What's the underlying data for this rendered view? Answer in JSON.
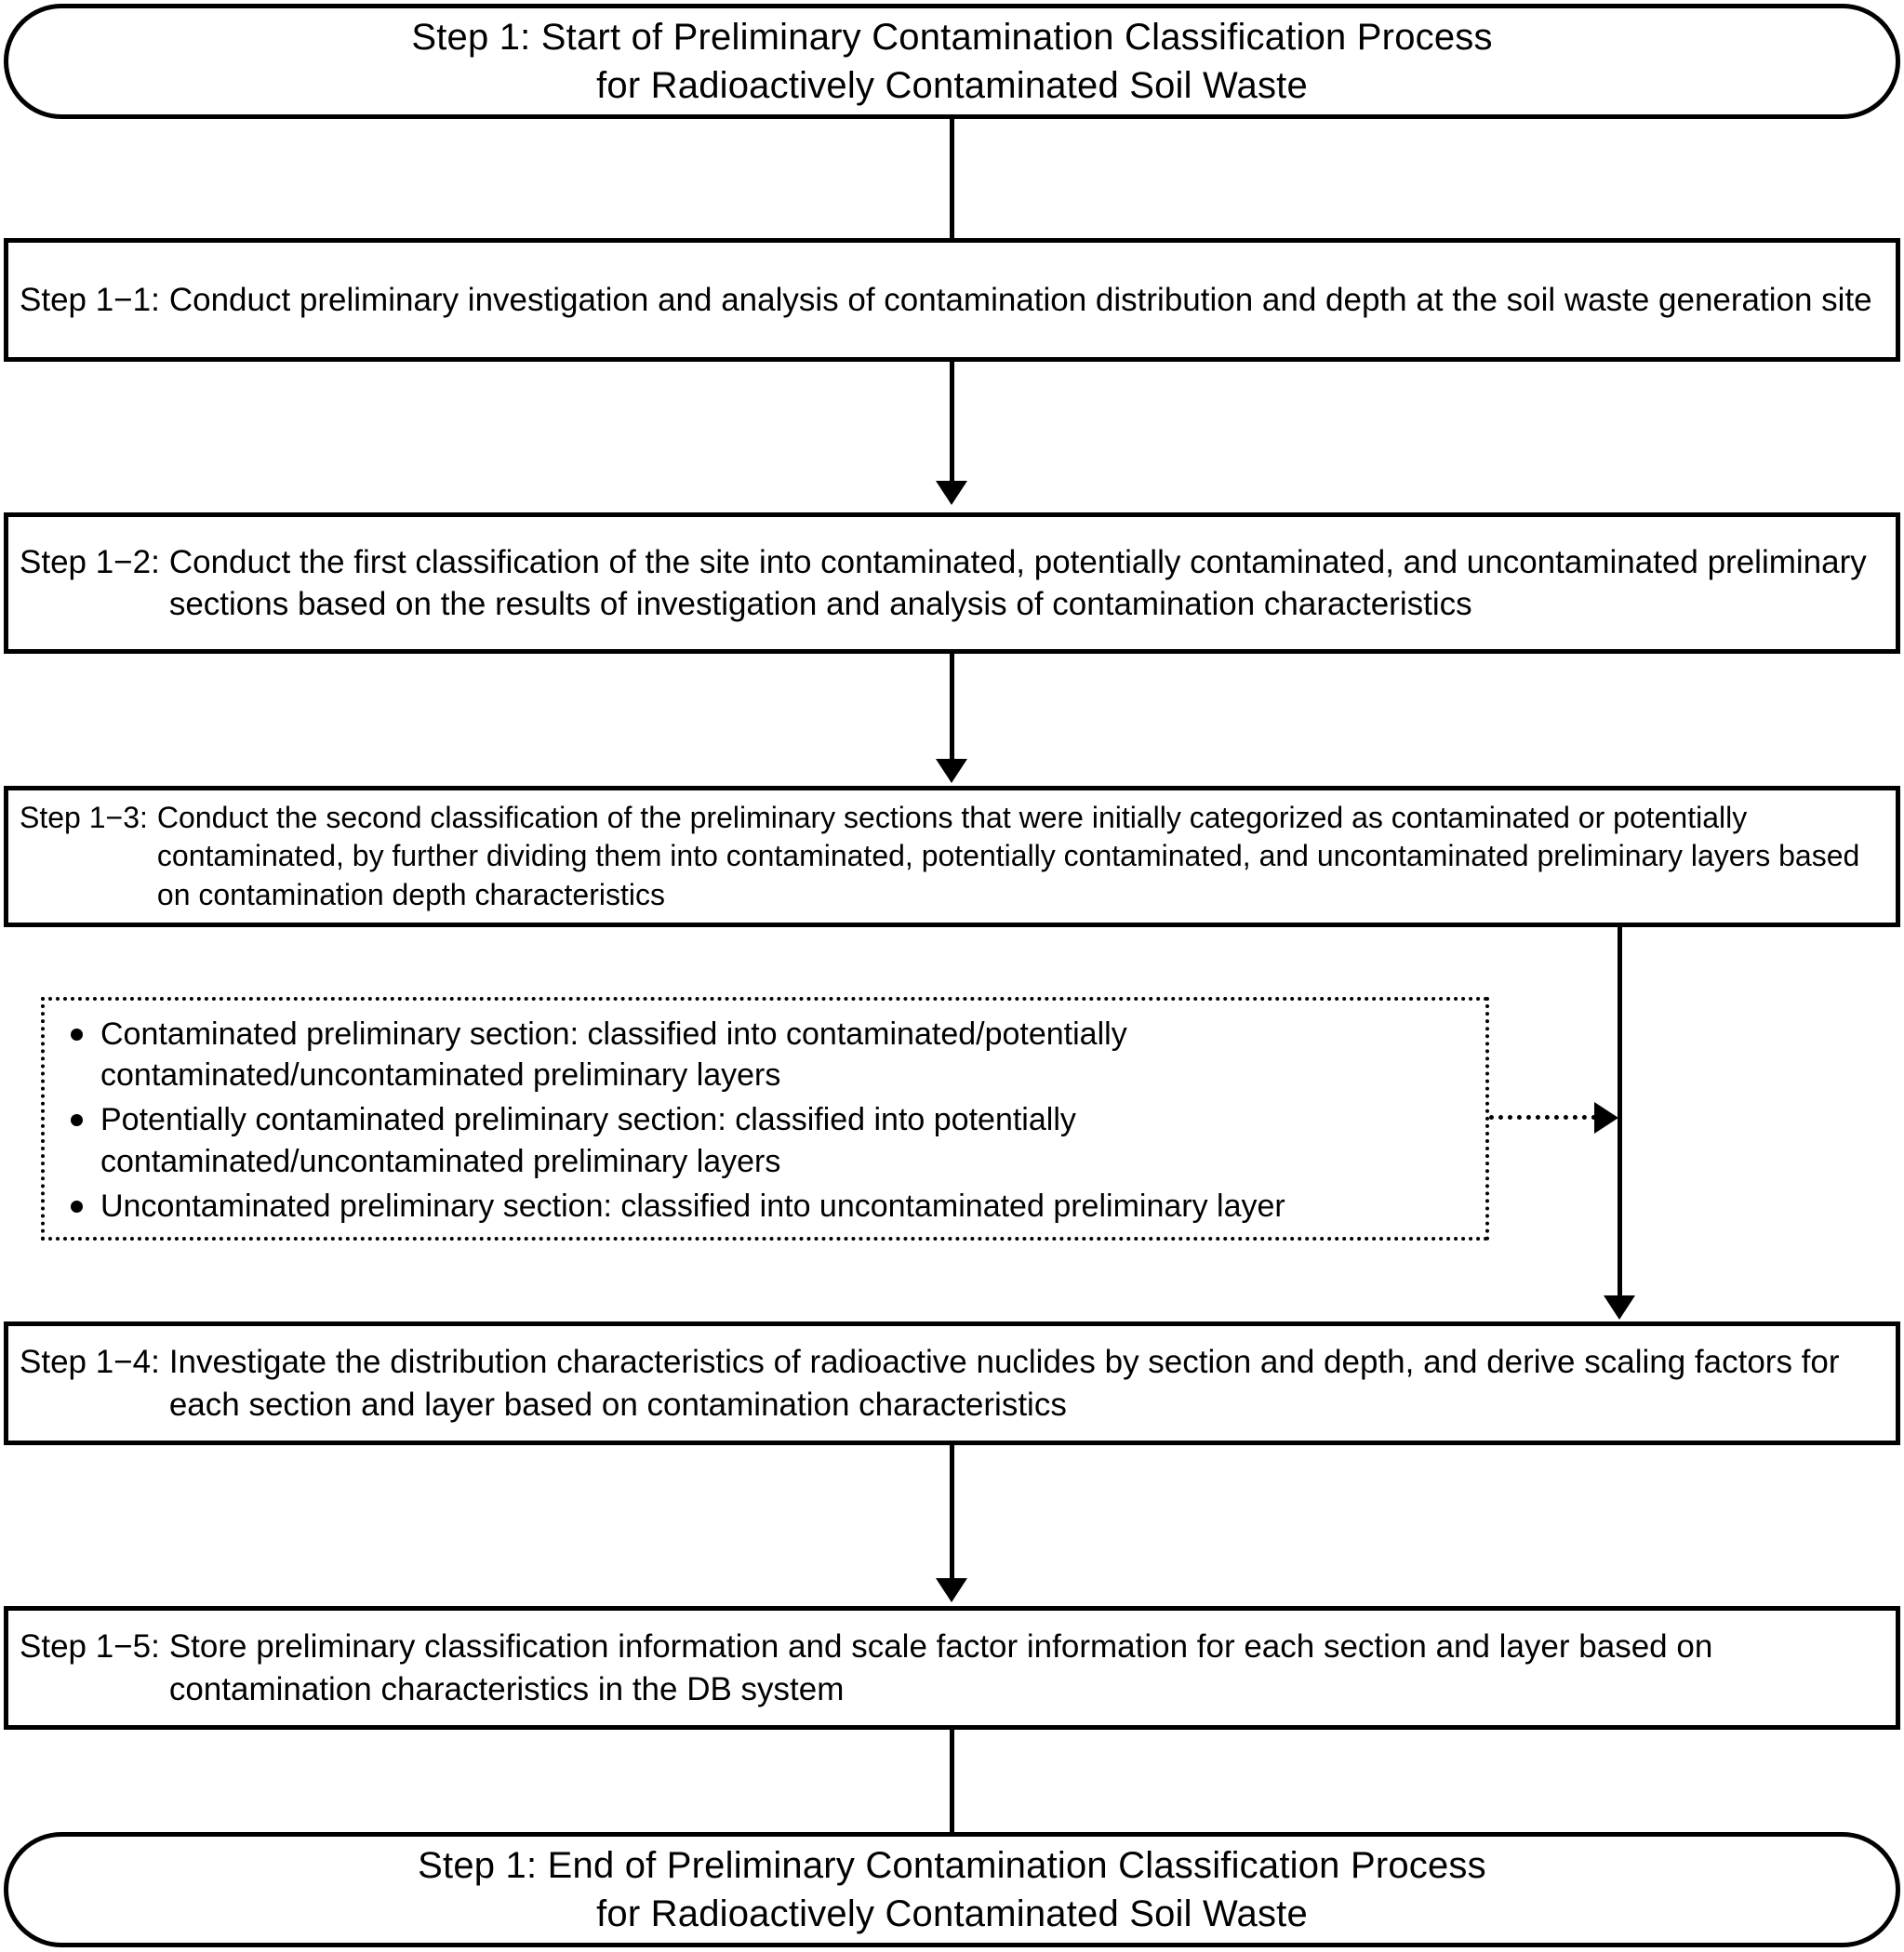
{
  "diagram": {
    "title": "Step 1: Preliminary Contamination Classification Process for Radioactively Contaminated Soil Waste",
    "type": "flowchart",
    "orientation": "top-to-bottom",
    "colors": {
      "stroke": "#000000",
      "fill": "#ffffff",
      "text": "#000000"
    }
  },
  "start": {
    "line1": "Step 1: Start of Preliminary Contamination Classification Process",
    "line2": "for Radioactively Contaminated Soil Waste"
  },
  "steps": [
    {
      "label": "Step 1−1:",
      "text": "Conduct preliminary investigation and analysis of contamination distribution and depth at the soil waste generation site"
    },
    {
      "label": "Step 1−2:",
      "text": "Conduct the first classification of the site into contaminated, potentially contaminated, and uncontaminated preliminary sections based on the results of investigation and analysis of contamination characteristics"
    },
    {
      "label": "Step 1−3:",
      "text": "Conduct the second classification of the preliminary sections that were initially categorized as contaminated or potentially contaminated, by further dividing them into contaminated, potentially contaminated, and uncontaminated preliminary layers based on contamination depth characteristics"
    },
    {
      "label": "Step 1−4:",
      "text": "Investigate the distribution characteristics of radioactive nuclides by section and depth, and derive scaling factors for each section and layer based on contamination characteristics"
    },
    {
      "label": "Step 1−5:",
      "text": "Store preliminary classification information and scale factor information for each section and layer based on contamination characteristics in the DB system"
    }
  ],
  "note": {
    "bullets": [
      "Contaminated  preliminary section: classified into contaminated/potentially contaminated/uncontaminated preliminary layers",
      "Potentially contaminated preliminary section: classified into potentially contaminated/uncontaminated preliminary layers",
      "Uncontaminated preliminary section: classified into uncontaminated preliminary layer"
    ]
  },
  "end": {
    "line1": "Step 1: End of Preliminary Contamination Classification Process",
    "line2": "for Radioactively Contaminated Soil Waste"
  }
}
